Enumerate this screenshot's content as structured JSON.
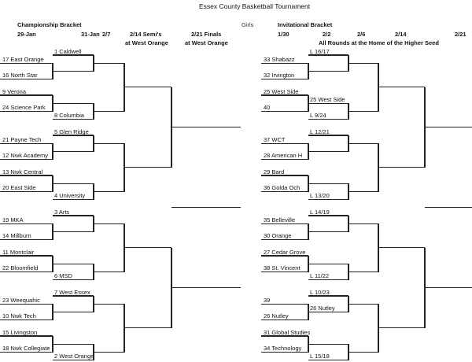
{
  "title": "Essex County Basketball Tournament",
  "division": "Girls",
  "championship": {
    "heading": "Championship Bracket",
    "rounds": [
      "29-Jan",
      "31-Jan",
      "2/7",
      "2/14 Semi's",
      "2/21 Finals"
    ],
    "semi_location": "at West Orange",
    "final_location": "at West Orange",
    "quarters": [
      {
        "top": "1 Caldwell",
        "r1": [
          "17 East Orange",
          "16 North Star",
          "9 Verona",
          "24 Science Park"
        ],
        "mid_top": "",
        "mid_bottom": "",
        "bottom": "8 Columbia"
      },
      {
        "top": "5 Glen Ridge",
        "r1": [
          "21 Payne Tech",
          "12 Nwk Academy",
          "13 Nwk Central",
          "20 East Side"
        ],
        "mid_top": "",
        "mid_bottom": "",
        "bottom": "4 University"
      },
      {
        "top": "3 Arts",
        "r1": [
          "19 MKA",
          "14 Millburn",
          "11 Montclair",
          "22 Bloomfield"
        ],
        "mid_top": "",
        "mid_bottom": "",
        "bottom": "6 MSD"
      },
      {
        "top": "7 West Essex",
        "r1": [
          "23 Weequahic",
          "10 Nwk Tech",
          "15 Livingston",
          "18 Nwk Collegiate"
        ],
        "mid_top": "",
        "mid_bottom": "",
        "bottom": "2 West Orange"
      }
    ]
  },
  "invitational": {
    "heading": "Invitational Bracket",
    "rounds": [
      "1/30",
      "2/2",
      "2/6",
      "2/14",
      "2/21"
    ],
    "note": "All Rounds at the Home of the Higher Seed",
    "quarters": [
      {
        "top": "L 16/17",
        "r1": [
          "33 Shabazz",
          "32 Irvington",
          "25 West Side",
          "40"
        ],
        "mid_top": "",
        "mid_bottom": "25 West Side",
        "bottom": "L 9/24"
      },
      {
        "top": "L 12/21",
        "r1": [
          "37 WCT",
          "28 American H",
          "29 Bard",
          "36 Golda Och"
        ],
        "mid_top": "",
        "mid_bottom": "",
        "bottom": "L 13/20"
      },
      {
        "top": "L 14/19",
        "r1": [
          "35 Belleville",
          "30 Orange",
          "27 Cedar Grove",
          "38 St. Vincent"
        ],
        "mid_top": "",
        "mid_bottom": "",
        "bottom": "L 11/22"
      },
      {
        "top": "L 10/23",
        "r1": [
          "39",
          "26 Nutley",
          "31 Global Studies",
          "34 Technology"
        ],
        "mid_top": "26 Nutley",
        "mid_bottom": "",
        "bottom": "L 15/18"
      }
    ]
  }
}
